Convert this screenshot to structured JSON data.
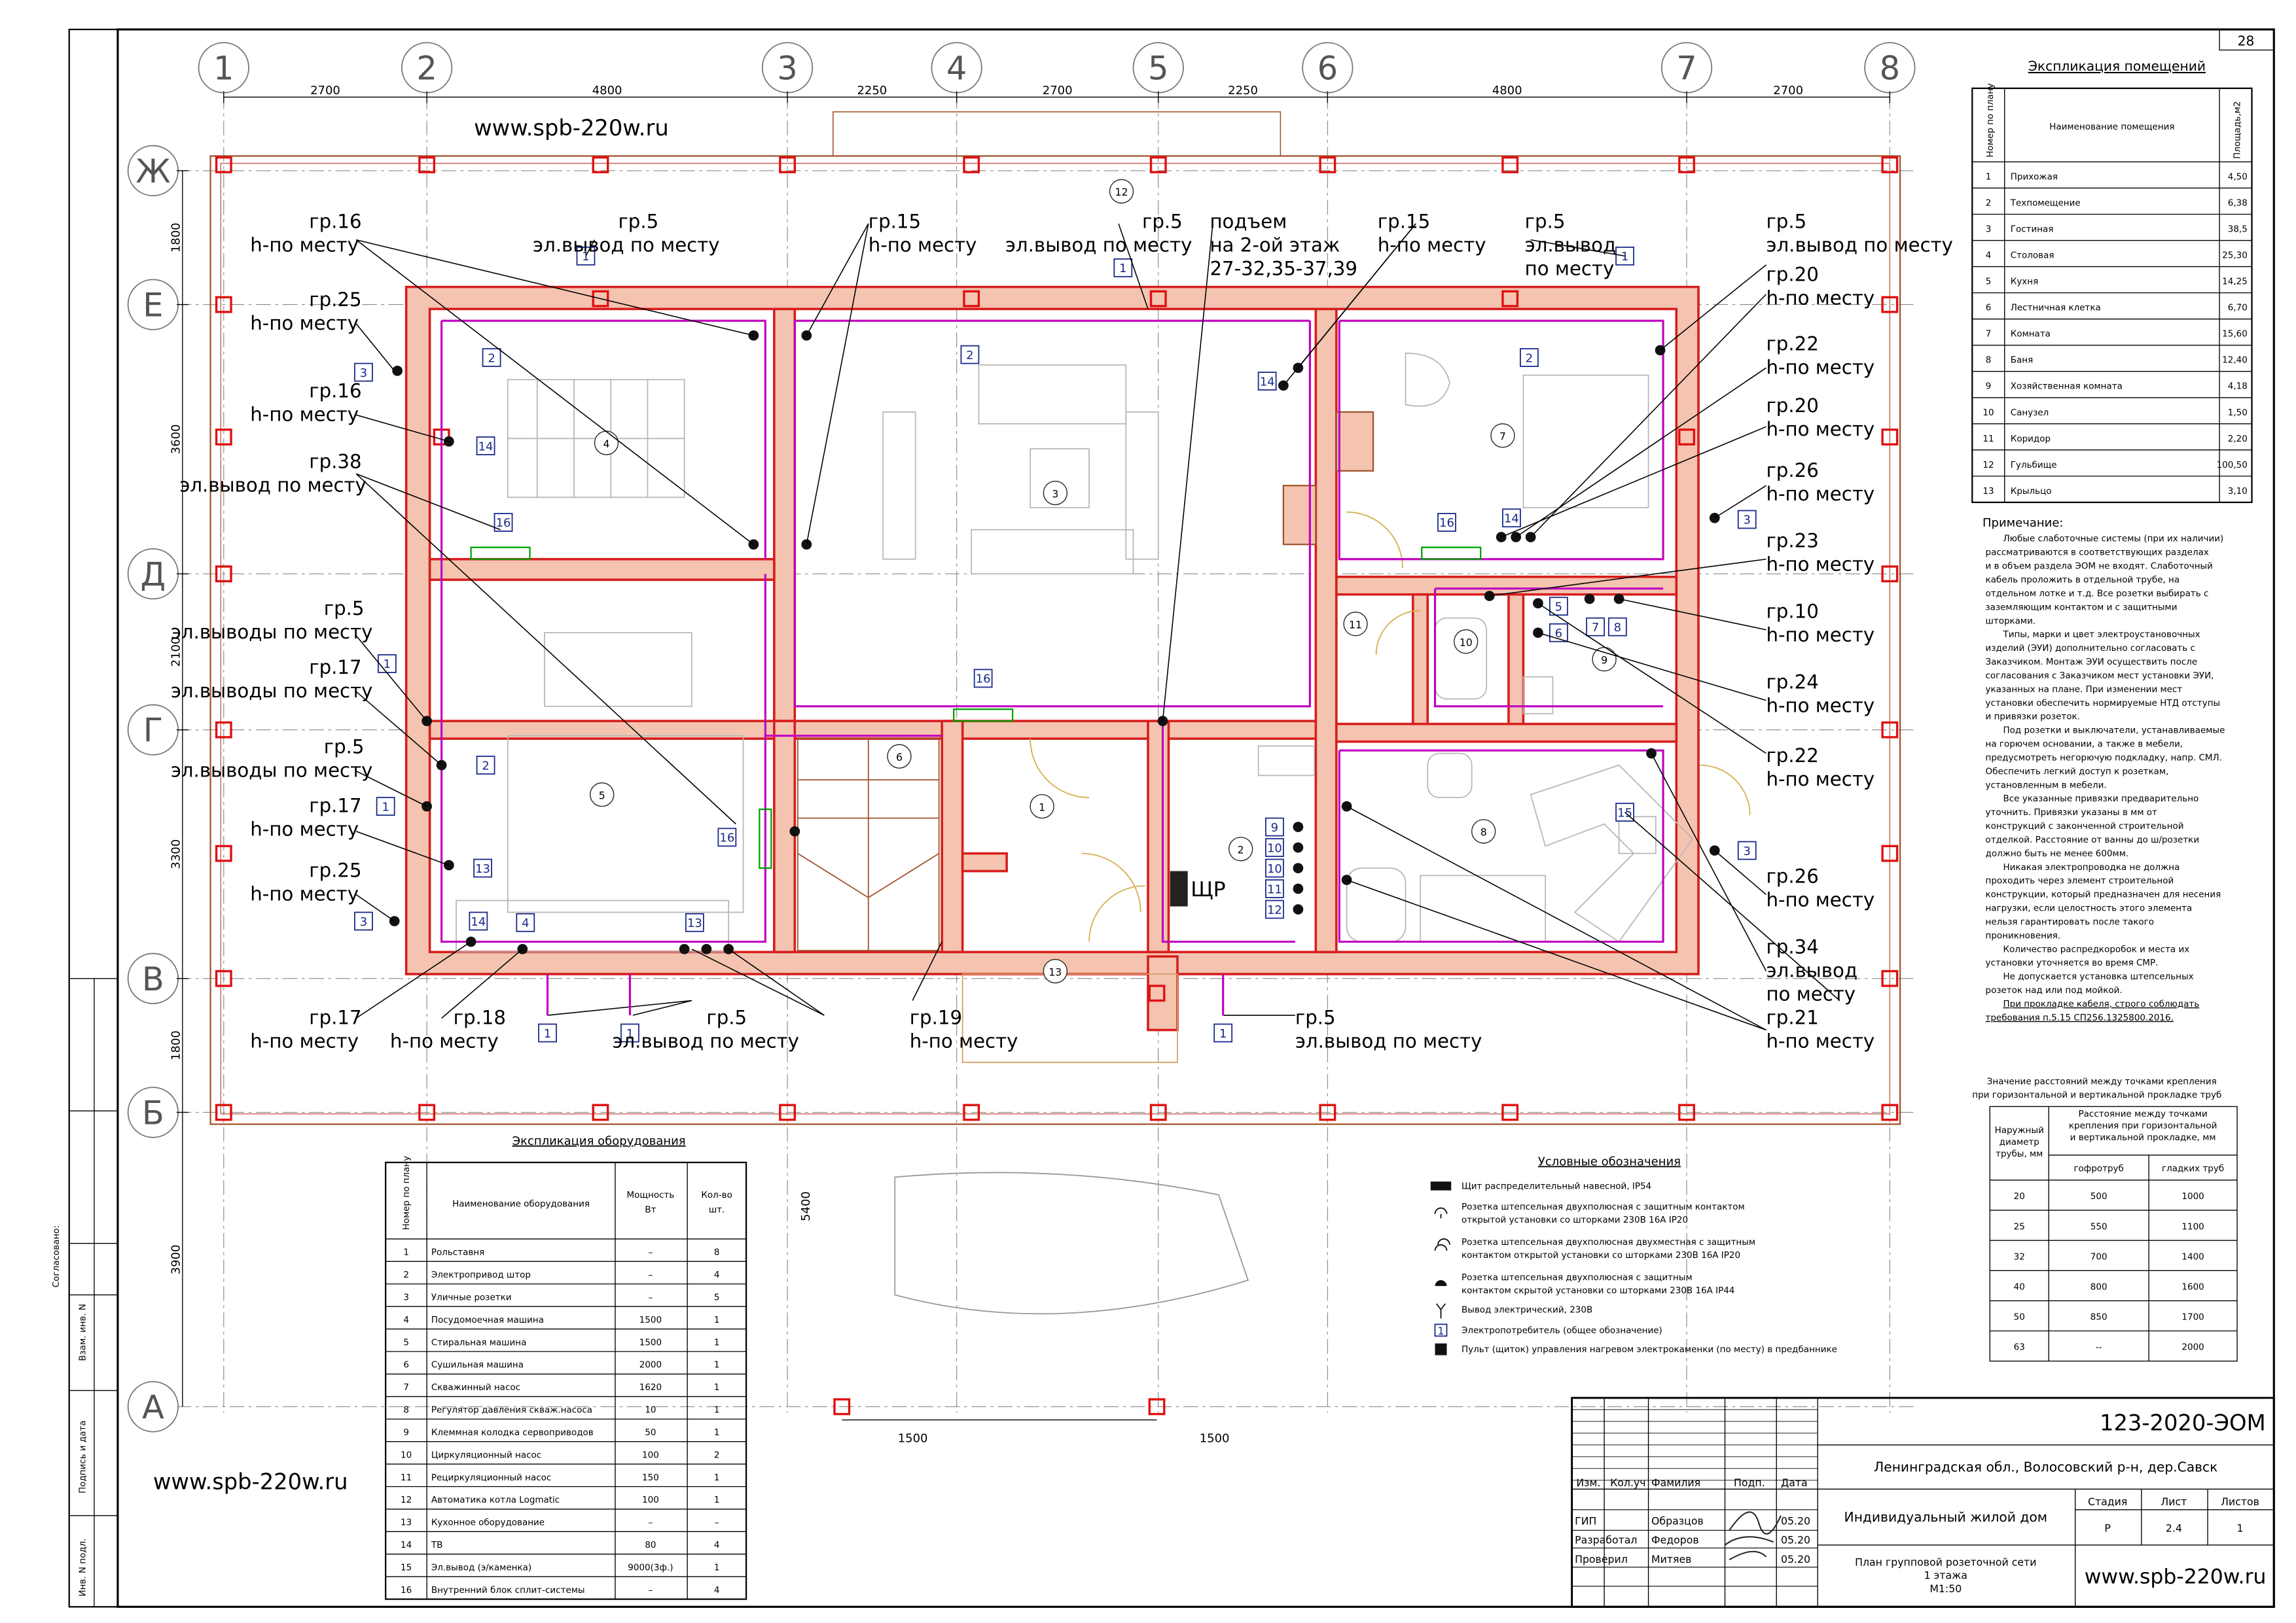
{
  "sheet_no": "28",
  "site_url": "www.spb-220w.ru",
  "axes_numbers": [
    "1",
    "2",
    "3",
    "4",
    "5",
    "6",
    "7",
    "8"
  ],
  "axes_letters": [
    "Ж",
    "Е",
    "Д",
    "Г",
    "В",
    "Б",
    "А"
  ],
  "dims_top": [
    "2700",
    "4800",
    "2250",
    "2700",
    "2250",
    "4800",
    "2700"
  ],
  "dims_left": [
    "1800",
    "3600",
    "2100",
    "3300",
    "1800",
    "3900"
  ],
  "dims_misc": {
    "d5400": "5400",
    "d1500a": "1500",
    "d1500b": "1500"
  },
  "rooms": [
    "1",
    "2",
    "3",
    "4",
    "5",
    "6",
    "7",
    "8",
    "9",
    "10",
    "11",
    "12",
    "13"
  ],
  "shield_label": "ЩР",
  "callouts": {
    "gr16": "гр.16",
    "h_mesto": "h-по месту",
    "gr5": "гр.5",
    "el_vyvod_mesto": "эл.вывод по месту",
    "gr15": "гр.15",
    "podem1": "подъем",
    "podem2": "на 2-ой этаж",
    "podem3": "27-32,35-37,39",
    "gr25": "гр.25",
    "gr38": "гр.38",
    "el_vyvody_mesto": "эл.выводы по месту",
    "gr17": "гр.17",
    "gr18": "гр.18",
    "gr19": "гр.19",
    "gr20": "гр.20",
    "gr22": "гр.22",
    "gr26": "гр.26",
    "gr23": "гр.23",
    "gr10": "гр.10",
    "gr24": "гр.24",
    "gr34": "гр.34",
    "el_vyvod": "эл.вывод",
    "po_mestu": "по месту",
    "gr21": "гр.21",
    "el_vyvod_only": "эл.вывод"
  },
  "rooms_table": {
    "title": "Экспликация помещений",
    "headers": [
      "Номер по плану",
      "Наименование помещения",
      "Площадь,м2"
    ],
    "rows": [
      [
        "1",
        "Прихожая",
        "4,50"
      ],
      [
        "2",
        "Техпомещение",
        "6,38"
      ],
      [
        "3",
        "Гостиная",
        "38,5"
      ],
      [
        "4",
        "Столовая",
        "25,30"
      ],
      [
        "5",
        "Кухня",
        "14,25"
      ],
      [
        "6",
        "Лестничная клетка",
        "6,70"
      ],
      [
        "7",
        "Комната",
        "15,60"
      ],
      [
        "8",
        "Баня",
        "12,40"
      ],
      [
        "9",
        "Хозяйственная комната",
        "4,18"
      ],
      [
        "10",
        "Санузел",
        "1,50"
      ],
      [
        "11",
        "Коридор",
        "2,20"
      ],
      [
        "12",
        "Гульбище",
        "100,50"
      ],
      [
        "13",
        "Крыльцо",
        "3,10"
      ]
    ]
  },
  "notes": {
    "title": "Примечание:",
    "lines": [
      "Любые слаботочные системы (при их наличии)",
      "рассматриваются в соответствующих разделах",
      "и в объем раздела ЭОМ не входят. Слаботочный",
      "кабель проложить в отдельной трубе, на",
      "отдельном лотке и т.д. Все розетки выбирать с",
      "заземляющим контактом и с защитными",
      "шторками.",
      "Типы, марки и цвет электроустановочных",
      "изделий (ЭУИ) дополнительно согласовать с",
      "Заказчиком. Монтаж ЭУИ осуществить после",
      "согласования с Заказчиком мест установки ЭУИ,",
      "указанных на плане. При изменении мест",
      "установки обеспечить нормируемые НТД отступы",
      "и привязки розеток.",
      "Под розетки и выключатели, устанавливаемые",
      "на горючем основании, а также в мебели,",
      "предусмотреть негорючую подкладку, напр. СМЛ.",
      "Обеспечить легкий доступ к розеткам,",
      "установленным в мебели.",
      "Все указанные привязки предварительно",
      "уточнить. Привязки указаны в мм от",
      "конструкций с законченной строительной",
      "отделкой. Расстояние от ванны до ш/розетки",
      "должно быть не менее 600мм.",
      "Никакая электропроводка не должна",
      "проходить через элемент строительной",
      "конструкции, который предназначен для несения",
      "нагрузки, если целостность этого элемента",
      "нельзя гарантировать после такого",
      "проникновения.",
      "Количество распредкоробок и места их",
      "установки уточняется во время СМР.",
      "Не допускается установка штепсельных",
      "розеток над или под мойкой.",
      "При прокладке кабеля, строго соблюдать",
      "требования п.5.15 СП256.1325800.2016."
    ]
  },
  "pipe_table": {
    "title1": "Значение расстояний между точками крепления",
    "title2": "при горизонтальной и вертикальной прокладке труб",
    "h_diam": [
      "Наружный",
      "диаметр",
      "трубы, мм"
    ],
    "h_dist": [
      "Расстояние между точками",
      "крепления при горизонтальной",
      "и вертикальной прокладке, мм"
    ],
    "h_corr": "гофротруб",
    "h_smooth": "гладких труб",
    "rows": [
      [
        "20",
        "500",
        "1000"
      ],
      [
        "25",
        "550",
        "1100"
      ],
      [
        "32",
        "700",
        "1400"
      ],
      [
        "40",
        "800",
        "1600"
      ],
      [
        "50",
        "850",
        "1700"
      ],
      [
        "63",
        "--",
        "2000"
      ]
    ]
  },
  "equip_table": {
    "title": "Экспликация оборудования",
    "headers": [
      "Номер по плану",
      "Наименование оборудования",
      "Мощность Вт",
      "Кол-во шт."
    ],
    "rows": [
      [
        "1",
        "Рольставня",
        "–",
        "8"
      ],
      [
        "2",
        "Электропривод штор",
        "–",
        "4"
      ],
      [
        "3",
        "Уличные розетки",
        "–",
        "5"
      ],
      [
        "4",
        "Посудомоечная машина",
        "1500",
        "1"
      ],
      [
        "5",
        "Стиральная машина",
        "1500",
        "1"
      ],
      [
        "6",
        "Сушильная  машина",
        "2000",
        "1"
      ],
      [
        "7",
        "Скважинный насос",
        "1620",
        "1"
      ],
      [
        "8",
        "Регулятор давления скваж.насоса",
        "10",
        "1"
      ],
      [
        "9",
        "Клеммная колодка сервоприводов",
        "50",
        "1"
      ],
      [
        "10",
        "Циркуляционный насос",
        "100",
        "2"
      ],
      [
        "11",
        "Рециркуляционный насос",
        "150",
        "1"
      ],
      [
        "12",
        "Автоматика котла Logmatic",
        "100",
        "1"
      ],
      [
        "13",
        "Кухонное оборудование",
        "–",
        "–"
      ],
      [
        "14",
        "ТВ",
        "80",
        "4"
      ],
      [
        "15",
        "Эл.вывод (э/каменка)",
        "9000(3ф.)",
        "1"
      ],
      [
        "16",
        "Внутренний блок сплит-системы",
        "–",
        "4"
      ]
    ]
  },
  "legend": {
    "title": "Условные обозначения",
    "items": [
      "Щит распределительный навесной, IP54",
      "Розетка штепсельная двухполюсная с защитным контактом",
      "открытой установки со шторками 230В 16А IP20",
      "Розетка штепсельная двухполюсная двухместная с защитным",
      "контактом открытой установки со шторками 230В 16А IP20",
      "Розетка штепсельная двухполюсная с защитным",
      "контактом скрытой установки со шторками 230В 16А IP44",
      "Вывод электрический, 230В",
      "Электропотребитель (общее обозначение)",
      "Пульт (щиток) управления нагревом электрокаменки (по месту) в предбаннике"
    ],
    "box1": "1"
  },
  "side_stamp": [
    "Согласовано:",
    "Взам. инв. N",
    "Подпись и дата",
    "Инв. N подл."
  ],
  "title_block": {
    "code": "123-2020-ЭОМ",
    "address": "Ленинградская обл., Волосовский р-н, дер.Савск",
    "h_izm": "Изм.",
    "h_kol": "Кол.уч",
    "h_fam": "Фамилия",
    "h_podp": "Подп.",
    "h_date": "Дата",
    "people": [
      [
        "ГИП",
        "Образцов",
        "05.20"
      ],
      [
        "Разработал",
        "Федоров",
        "05.20"
      ],
      [
        "Проверил",
        "Митяев",
        "05.20"
      ]
    ],
    "object": "Индивидуальный жилой дом",
    "stage_h": "Стадия",
    "list_h": "Лист",
    "lists_h": "Листов",
    "stage": "Р",
    "list": "2.4",
    "lists": "1",
    "desc1": "План групповой розеточной сети",
    "desc2": "1 этажа",
    "scale": "М1:50"
  }
}
